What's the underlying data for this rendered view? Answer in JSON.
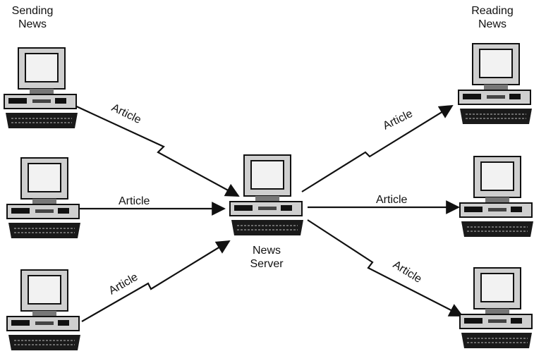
{
  "diagram": {
    "groups": {
      "sending": {
        "line1": "Sending",
        "line2": "News"
      },
      "reading": {
        "line1": "Reading",
        "line2": "News"
      }
    },
    "server": {
      "line1": "News",
      "line2": "Server"
    },
    "edges": [
      {
        "from": "sender-1",
        "to": "news-server",
        "label": "Article"
      },
      {
        "from": "sender-2",
        "to": "news-server",
        "label": "Article"
      },
      {
        "from": "sender-3",
        "to": "news-server",
        "label": "Article"
      },
      {
        "from": "news-server",
        "to": "reader-1",
        "label": "Article"
      },
      {
        "from": "news-server",
        "to": "reader-2",
        "label": "Article"
      },
      {
        "from": "news-server",
        "to": "reader-3",
        "label": "Article"
      }
    ],
    "colors": {
      "ink": "#111111",
      "screen": "#f2f2f2",
      "case": "#cfcfcf"
    },
    "icon": "desktop-computer-icon"
  }
}
